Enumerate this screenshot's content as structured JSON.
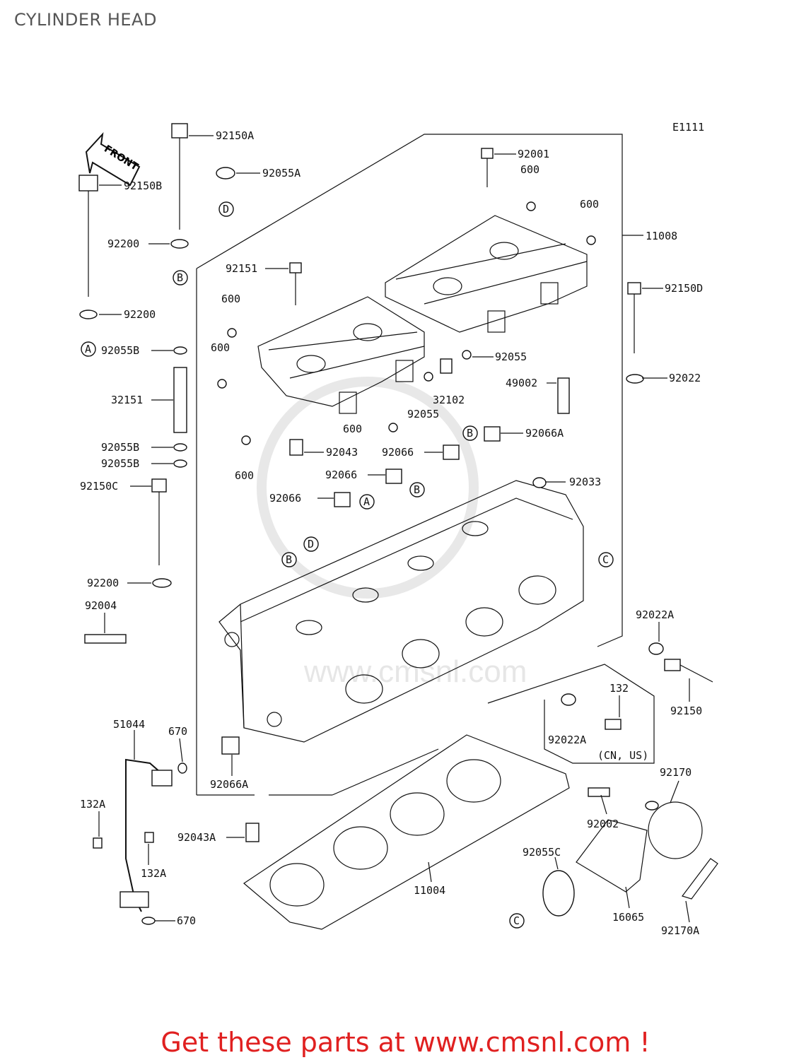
{
  "title": "CYLINDER HEAD",
  "diagram_code": "E1111",
  "front_label": "FRONT",
  "cta": "Get these parts at www.cmsnl.com !",
  "region_note": "(CN, US)",
  "watermark": "www.cmsnl.com",
  "callouts": {
    "A": "A",
    "B": "B",
    "C": "C",
    "D": "D"
  },
  "parts": {
    "p92150A": "92150A",
    "p92055A": "92055A",
    "p92150B": "92150B",
    "p92200_1": "92200",
    "p92200_2": "92200",
    "p92055B_1": "92055B",
    "p32151": "32151",
    "p92055B_2": "92055B",
    "p92055B_3": "92055B",
    "p92150C": "92150C",
    "p92200_3": "92200",
    "p92004": "92004",
    "p92151": "92151",
    "p600_1": "600",
    "p600_2": "600",
    "p600_3": "600",
    "p600_4": "600",
    "p600_5": "600",
    "p600_6": "600",
    "p92043": "92043",
    "p92066_1": "92066",
    "p92066_2": "92066",
    "p92066_3": "92066",
    "p92066A_1": "92066A",
    "p92001": "92001",
    "p11008": "11008",
    "p92150D": "92150D",
    "p92055_1": "92055",
    "p92055_2": "92055",
    "p32102": "32102",
    "p49002": "49002",
    "p92022": "92022",
    "p92033": "92033",
    "p92022A_1": "92022A",
    "p92022A_2": "92022A",
    "p132": "132",
    "p92150": "92150",
    "p51044": "51044",
    "p670_1": "670",
    "p670_2": "670",
    "p132A_1": "132A",
    "p132A_2": "132A",
    "p92066A_2": "92066A",
    "p92043A": "92043A",
    "p11004": "11004",
    "p92002": "92002",
    "p92170": "92170",
    "p92055C": "92055C",
    "p16065": "16065",
    "p92170A": "92170A"
  }
}
